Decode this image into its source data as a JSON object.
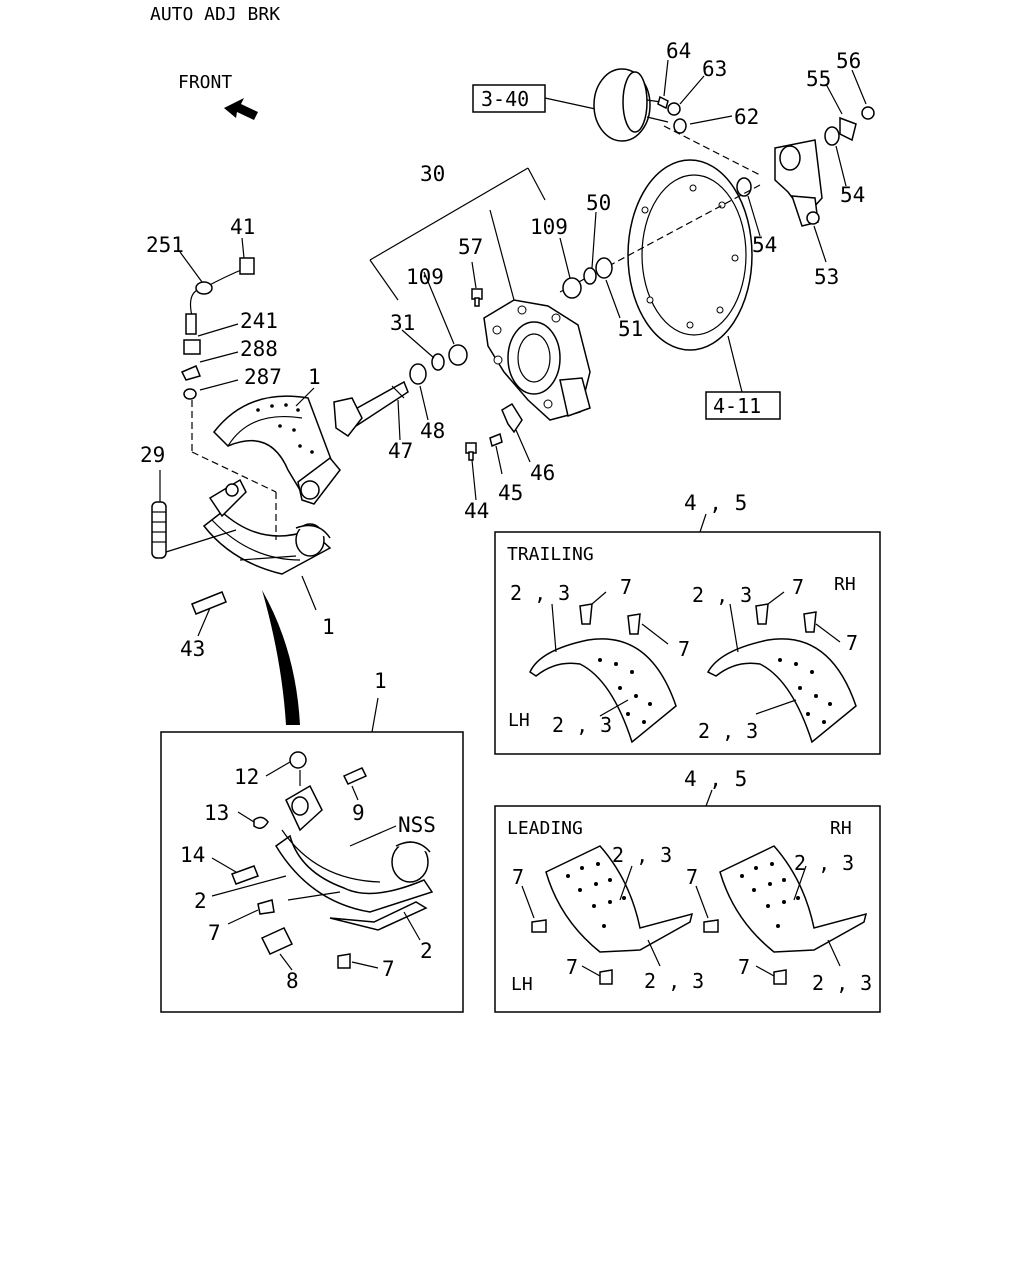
{
  "title": "AUTO ADJ BRK",
  "front_label": "FRONT",
  "ref_boxes": [
    "3-40",
    "4-11"
  ],
  "callouts": {
    "n30": "30",
    "n64": "64",
    "n63": "63",
    "n62": "62",
    "n56": "56",
    "n55": "55",
    "n54a": "54",
    "n54b": "54",
    "n53": "53",
    "n50": "50",
    "n109a": "109",
    "n109b": "109",
    "n57": "57",
    "n51": "51",
    "n31": "31",
    "n251": "251",
    "n41": "41",
    "n241": "241",
    "n288": "288",
    "n287": "287",
    "n1a": "1",
    "n1b": "1",
    "n1c": "1",
    "n29": "29",
    "n47": "47",
    "n48": "48",
    "n44": "44",
    "n45": "45",
    "n46": "46",
    "n43": "43",
    "n12": "12",
    "n13": "13",
    "n9": "9",
    "nNSS": "NSS",
    "n14": "14",
    "n2a": "2",
    "n2b": "2",
    "n7a": "7",
    "n7b": "7",
    "n8": "8"
  },
  "trailing_panel": {
    "heading": "4 , 5",
    "title": "TRAILING",
    "rh": "RH",
    "lh": "LH",
    "n23a": "2 , 3",
    "n23b": "2 , 3",
    "n23c": "2 , 3",
    "n23d": "2 , 3",
    "n7a": "7",
    "n7b": "7",
    "n7c": "7",
    "n7d": "7"
  },
  "leading_panel": {
    "heading": "4 , 5",
    "title": "LEADING",
    "rh": "RH",
    "lh": "LH",
    "n23a": "2 , 3",
    "n23b": "2 , 3",
    "n23c": "2 , 3",
    "n23d": "2 , 3",
    "n7a": "7",
    "n7b": "7",
    "n7c": "7",
    "n7d": "7"
  }
}
